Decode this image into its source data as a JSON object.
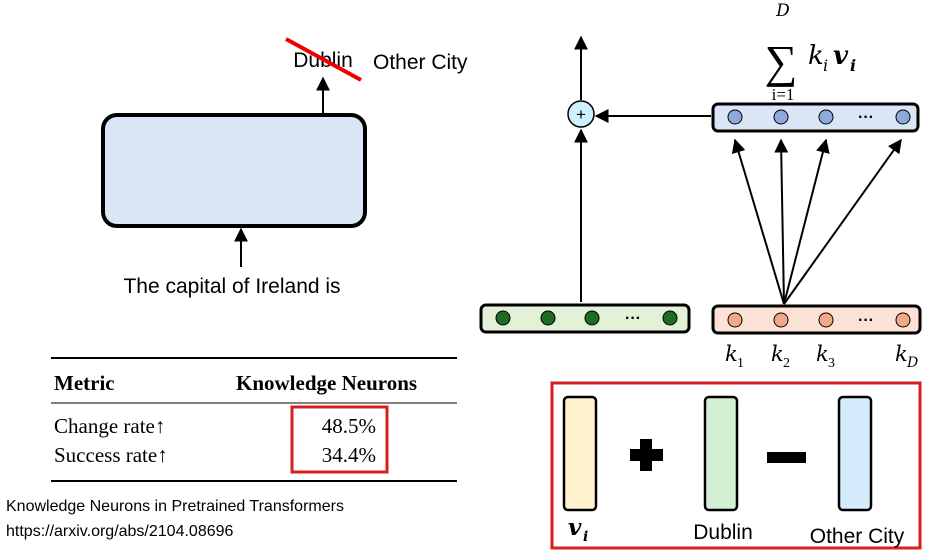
{
  "left_diagram": {
    "input_text": "The capital of Ireland is",
    "original_output": "Dublin",
    "new_output": "Other City"
  },
  "table": {
    "header_metric": "Metric",
    "header_method": "Knowledge Neurons",
    "rows": [
      {
        "metric": "Change rate↑",
        "value": "48.5%"
      },
      {
        "metric": "Success rate↑",
        "value": "34.4%"
      }
    ]
  },
  "citation": {
    "title": "Knowledge Neurons in Pretrained Transformers",
    "url": "https://arxiv.org/abs/2104.08696"
  },
  "ffn_diagram": {
    "sum_symbol": "∑",
    "sum_upper": "D",
    "sum_lower": "i=1",
    "sum_term_k": "k",
    "sum_term_k_sub": "i",
    "sum_term_v": "v",
    "sum_term_v_sub": "i",
    "plus_symbol": "+",
    "ellipsis": "···",
    "key_labels": [
      {
        "base": "k",
        "sub": "1"
      },
      {
        "base": "k",
        "sub": "2"
      },
      {
        "base": "k",
        "sub": "3"
      },
      {
        "base": "k",
        "sub": "D"
      }
    ]
  },
  "edit_formula": {
    "v_label": "v",
    "v_sub": "i",
    "plus": "+",
    "minus": "−",
    "dublin_label": "Dublin",
    "other_label": "Other City"
  },
  "colors": {
    "box_fill": "#dae6f5",
    "green_bar": "#e3f1d9",
    "green_dot": "#1e6b23",
    "orange_bar": "#fbe2d5",
    "orange_dot": "#f2a98a",
    "blue_bar": "#dae6f5",
    "blue_dot": "#8ea9db",
    "highlight_red": "#d42020",
    "strike_red": "#ee0000",
    "plus_node": "#ccf2ff",
    "vec_yellow": "#fff2cc",
    "vec_green": "#d4f0d4",
    "vec_blue": "#d4ecfb"
  }
}
